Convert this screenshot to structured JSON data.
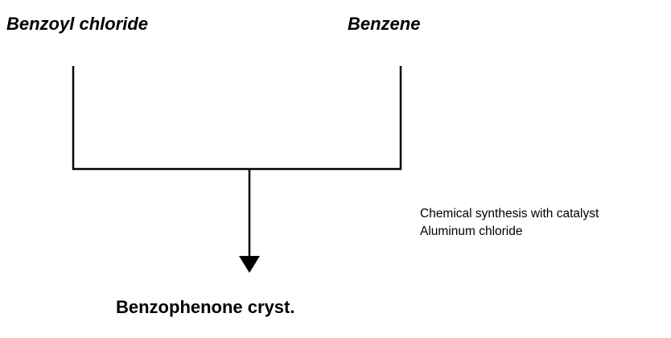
{
  "reactants": {
    "left": "Benzoyl chloride",
    "right": "Benzene"
  },
  "conditions": {
    "line1": "Chemical synthesis with catalyst",
    "line2": "Aluminum chloride"
  },
  "product": "Benzophenone cryst.",
  "colors": {
    "text": "#000000",
    "lines": "#000000",
    "background": "#ffffff"
  }
}
